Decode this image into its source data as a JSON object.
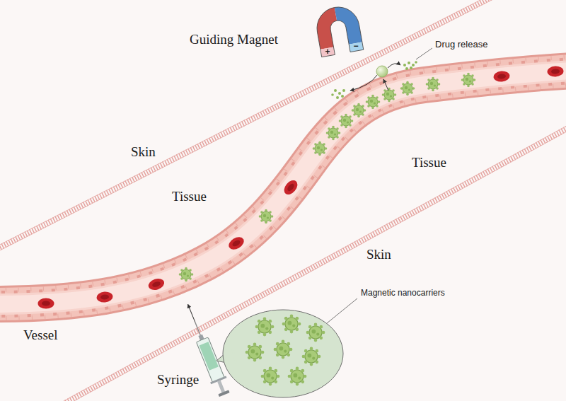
{
  "diagram": {
    "labels": [
      "Guiding Magnet",
      "+",
      "−",
      "Drug release",
      "Skin",
      "Tissue",
      "Tissue",
      "Skin",
      "Vessel",
      "Syringe",
      "Magnetic nanocarriers"
    ]
  }
}
